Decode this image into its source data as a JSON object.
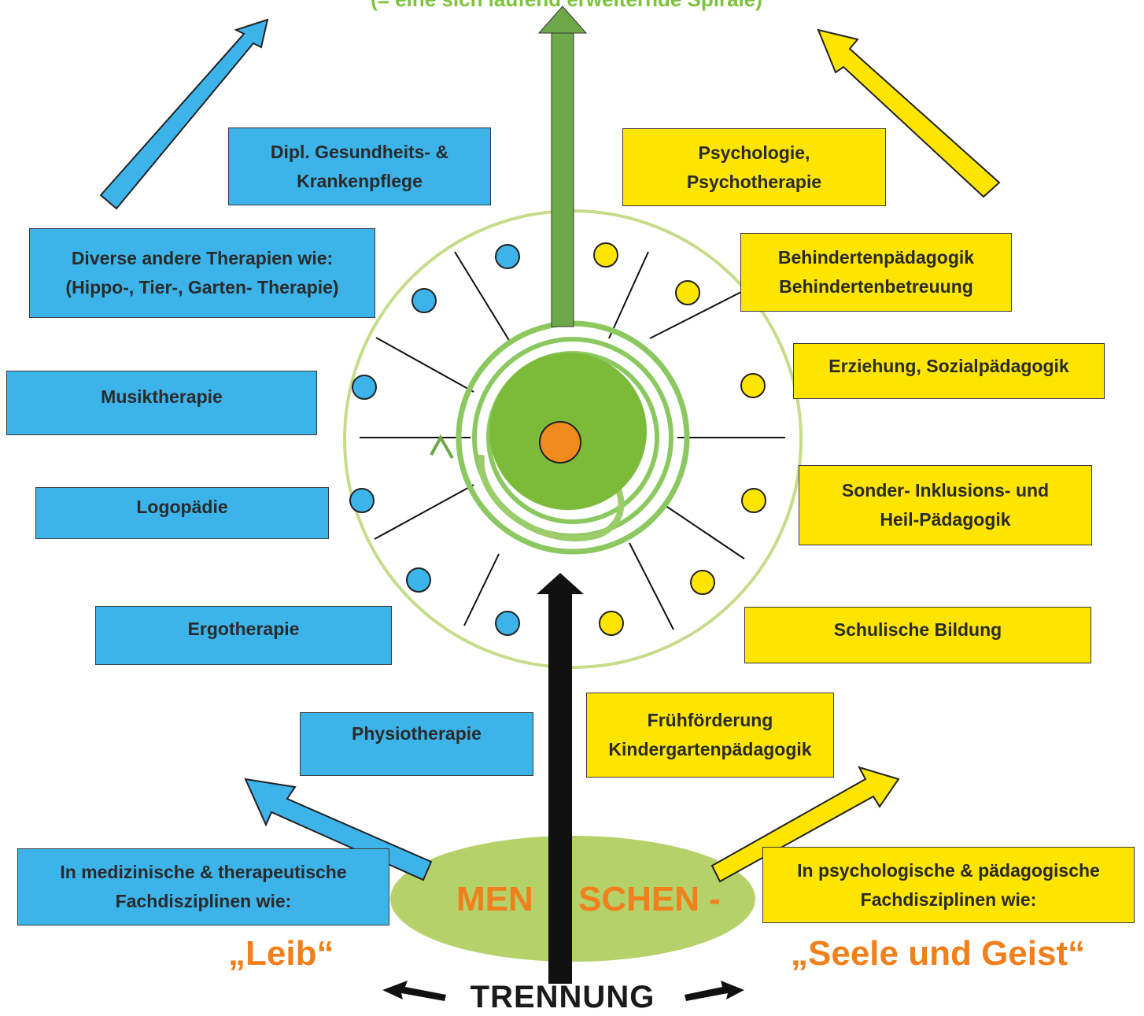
{
  "header_text": "(= eine sich laufend erweiternde Spirale)",
  "left_boxes": [
    {
      "id": "gesundheits",
      "label": "Dipl. Gesundheits- &\nKrankenpflege"
    },
    {
      "id": "diverse",
      "label": "Diverse andere Therapien wie:\n(Hippo-, Tier-, Garten- Therapie)"
    },
    {
      "id": "musik",
      "label": "Musiktherapie"
    },
    {
      "id": "logo",
      "label": "Logopädie"
    },
    {
      "id": "ergo",
      "label": "Ergotherapie"
    },
    {
      "id": "physio",
      "label": "Physiotherapie"
    },
    {
      "id": "medizin",
      "label": "In medizinische & therapeutische\nFachdisziplinen wie:"
    }
  ],
  "right_boxes": [
    {
      "id": "psych",
      "label": "Psychologie,\nPsychotherapie"
    },
    {
      "id": "behinderten",
      "label": "Behindertenpädagogik\nBehindertenbetreuung"
    },
    {
      "id": "erziehung",
      "label": "Erziehung, Sozialpädagogik"
    },
    {
      "id": "sonder",
      "label": "Sonder- Inklusions- und\nHeil-Pädagogik"
    },
    {
      "id": "schule",
      "label": "Schulische Bildung"
    },
    {
      "id": "frueh",
      "label": "Frühförderung\nKindergartenpädagogik"
    },
    {
      "id": "psycho-paed",
      "label": "In psychologische & pädagogische\nFachdisziplinen wie:"
    }
  ],
  "labels": {
    "menschen_left": "MEN",
    "menschen_right": "SCHEN -",
    "leib": "„Leib“",
    "seele": "„Seele und Geist“",
    "trennung": "TRENNUNG"
  },
  "colors": {
    "blue": "#3cb4ea",
    "yellow": "#fde500",
    "green_dark": "#6ea84a",
    "green_light": "#b5d16a",
    "orange": "#f07f1c",
    "black": "#111111"
  }
}
